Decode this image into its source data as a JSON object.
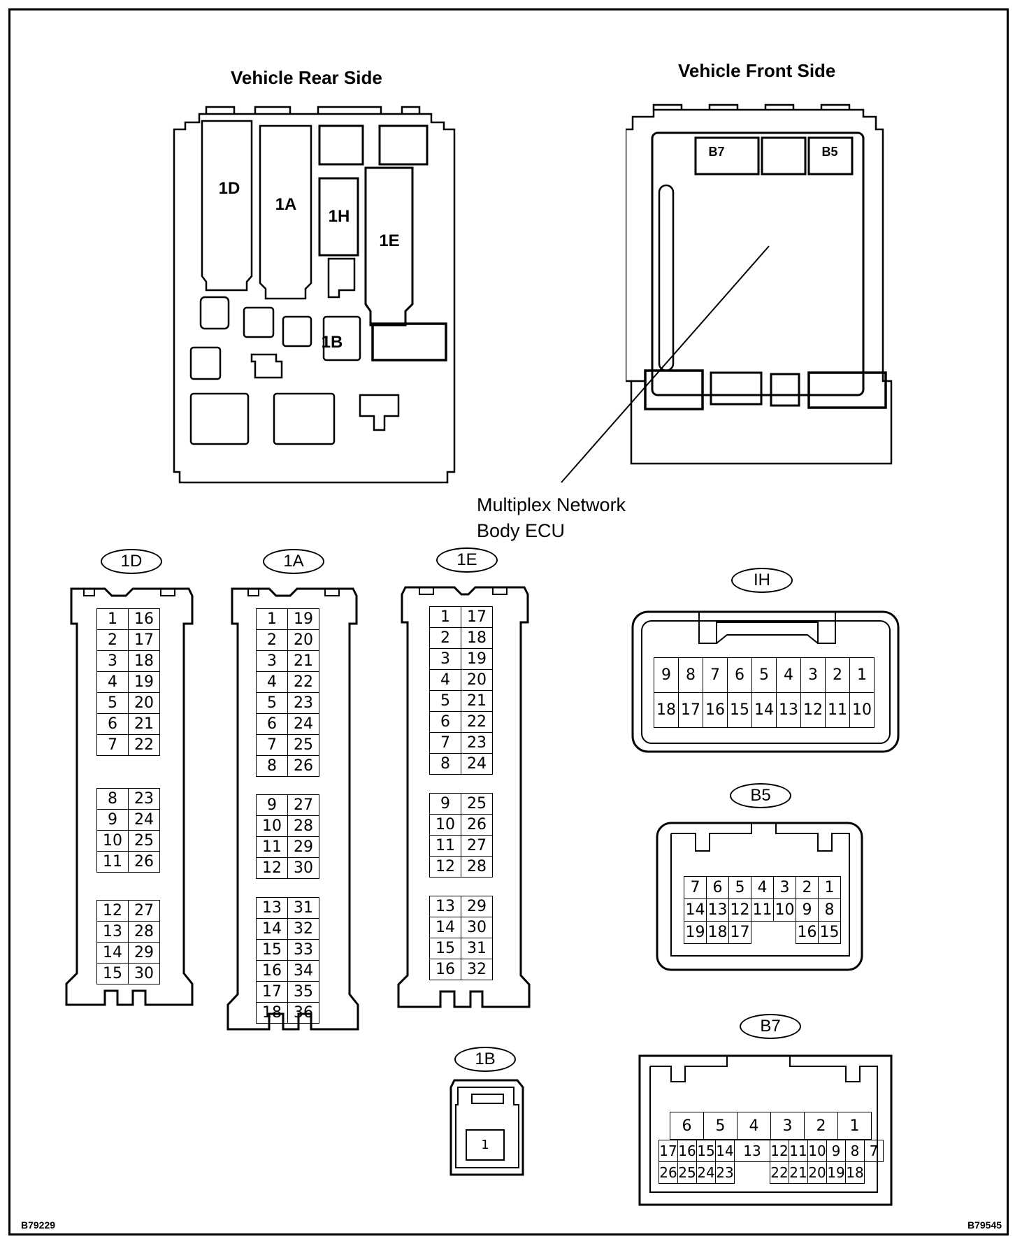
{
  "titles": {
    "rear": "Vehicle Rear Side",
    "front": "Vehicle Front Side"
  },
  "ecu_label": {
    "line1": "Multiplex Network",
    "line2": "Body ECU"
  },
  "codes": {
    "left": "B79229",
    "right": "B79545"
  },
  "rear_view_labels": {
    "d": "1D",
    "a": "1A",
    "h": "1H",
    "e": "1E",
    "b": "1B"
  },
  "front_view_labels": {
    "b7": "B7",
    "b5": "B5"
  },
  "connectors": {
    "c1D": {
      "label": "1D",
      "groups": [
        [
          [
            "1",
            "16"
          ],
          [
            "2",
            "17"
          ],
          [
            "3",
            "18"
          ],
          [
            "4",
            "19"
          ],
          [
            "5",
            "20"
          ],
          [
            "6",
            "21"
          ],
          [
            "7",
            "22"
          ]
        ],
        [
          [
            "8",
            "23"
          ],
          [
            "9",
            "24"
          ],
          [
            "10",
            "25"
          ],
          [
            "11",
            "26"
          ]
        ],
        [
          [
            "12",
            "27"
          ],
          [
            "13",
            "28"
          ],
          [
            "14",
            "29"
          ],
          [
            "15",
            "30"
          ]
        ]
      ]
    },
    "c1A": {
      "label": "1A",
      "groups": [
        [
          [
            "1",
            "19"
          ],
          [
            "2",
            "20"
          ],
          [
            "3",
            "21"
          ],
          [
            "4",
            "22"
          ],
          [
            "5",
            "23"
          ],
          [
            "6",
            "24"
          ],
          [
            "7",
            "25"
          ],
          [
            "8",
            "26"
          ]
        ],
        [
          [
            "9",
            "27"
          ],
          [
            "10",
            "28"
          ],
          [
            "11",
            "29"
          ],
          [
            "12",
            "30"
          ]
        ],
        [
          [
            "13",
            "31"
          ],
          [
            "14",
            "32"
          ],
          [
            "15",
            "33"
          ],
          [
            "16",
            "34"
          ],
          [
            "17",
            "35"
          ],
          [
            "18",
            "36"
          ]
        ]
      ]
    },
    "c1E": {
      "label": "1E",
      "groups": [
        [
          [
            "1",
            "17"
          ],
          [
            "2",
            "18"
          ],
          [
            "3",
            "19"
          ],
          [
            "4",
            "20"
          ],
          [
            "5",
            "21"
          ],
          [
            "6",
            "22"
          ],
          [
            "7",
            "23"
          ],
          [
            "8",
            "24"
          ]
        ],
        [
          [
            "9",
            "25"
          ],
          [
            "10",
            "26"
          ],
          [
            "11",
            "27"
          ],
          [
            "12",
            "28"
          ]
        ],
        [
          [
            "13",
            "29"
          ],
          [
            "14",
            "30"
          ],
          [
            "15",
            "31"
          ],
          [
            "16",
            "32"
          ]
        ]
      ]
    },
    "c1B": {
      "label": "1B",
      "pins": [
        "1"
      ]
    },
    "cIH": {
      "label": "IH",
      "top": [
        "9",
        "8",
        "7",
        "6",
        "5",
        "4",
        "3",
        "2",
        "1"
      ],
      "bottom": [
        "18",
        "17",
        "16",
        "15",
        "14",
        "13",
        "12",
        "11",
        "10"
      ]
    },
    "cB5": {
      "label": "B5",
      "rows": [
        [
          "7",
          "6",
          "5",
          "4",
          "3",
          "2",
          "1"
        ],
        [
          "14",
          "13",
          "12",
          "11",
          "10",
          "9",
          "8"
        ],
        [
          "19",
          "18",
          "17",
          "",
          "",
          "16",
          "15"
        ]
      ]
    },
    "cB7": {
      "label": "B7",
      "top": [
        "6",
        "5",
        "4",
        "3",
        "2",
        "1"
      ],
      "middle": [
        "17",
        "16",
        "15",
        "14",
        "13",
        "12",
        "11",
        "10",
        "9",
        "8",
        "7"
      ],
      "bottom": [
        "26",
        "25",
        "24",
        "23",
        "",
        "22",
        "21",
        "20",
        "19",
        "18"
      ]
    }
  }
}
